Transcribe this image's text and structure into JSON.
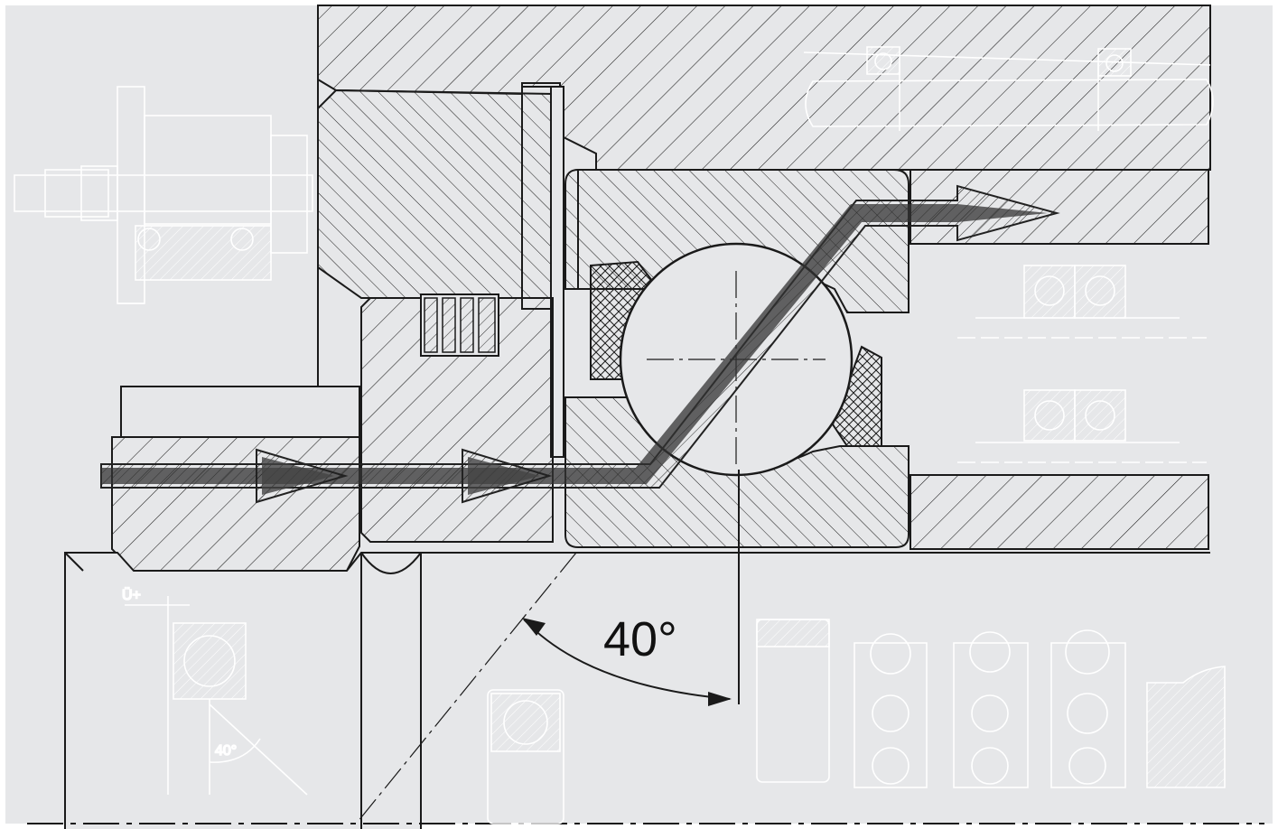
{
  "labels": {
    "contact_angle": "40°",
    "inset_angle": "40°",
    "overlap": "Ü+"
  },
  "colors": {
    "background": "#e6e7e9",
    "line": "#1a1a1a",
    "ghost_line": "#ffffff",
    "force_arrow": "#222222"
  },
  "icons": [
    "bearing-cross-section-icon",
    "force-flow-arrow-icon",
    "ball-icon",
    "cage-icon"
  ]
}
